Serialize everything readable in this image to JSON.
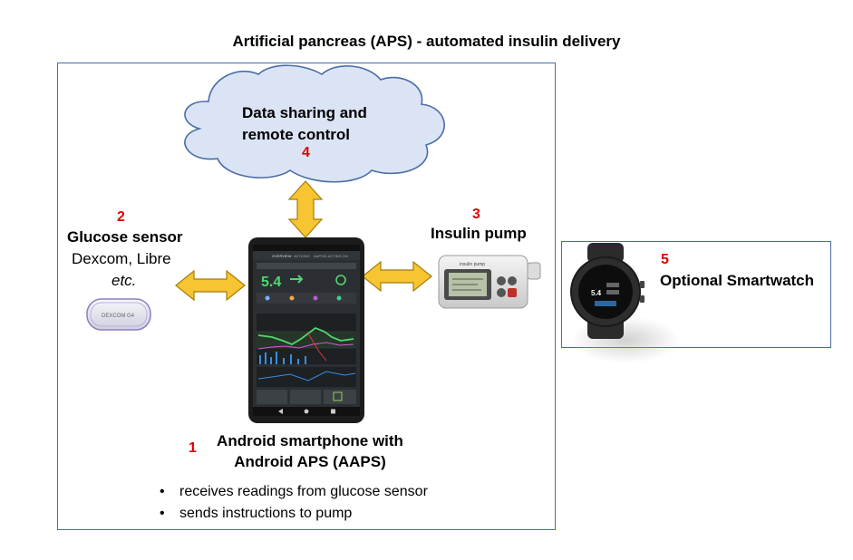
{
  "title": "Artificial pancreas (APS) - automated insulin delivery",
  "cloud": {
    "line1": "Data sharing and",
    "line2": "remote control",
    "number": "4"
  },
  "sensor": {
    "number": "2",
    "title": "Glucose sensor",
    "line1": "Dexcom, Libre",
    "line2": "etc."
  },
  "pump": {
    "number": "3",
    "title": "Insulin pump"
  },
  "phone": {
    "number": "1",
    "title_line1": "Android smartphone with",
    "title_line2": "Android APS (AAPS)",
    "bullets": [
      "receives readings from glucose sensor",
      "sends instructions to pump"
    ],
    "screen": {
      "bg_value": "5.4",
      "tab1": "OVERVIEW",
      "tab2": "ACTIONS",
      "tab3": "AAPSID ACTING ON"
    }
  },
  "watch": {
    "number": "5",
    "title": "Optional Smartwatch"
  },
  "colors": {
    "box_border": "#4a6da7",
    "cloud_fill": "#dbe4f5",
    "arrow_fill": "#f7c531",
    "arrow_stroke": "#a47e0a",
    "number_red": "#e00000"
  }
}
